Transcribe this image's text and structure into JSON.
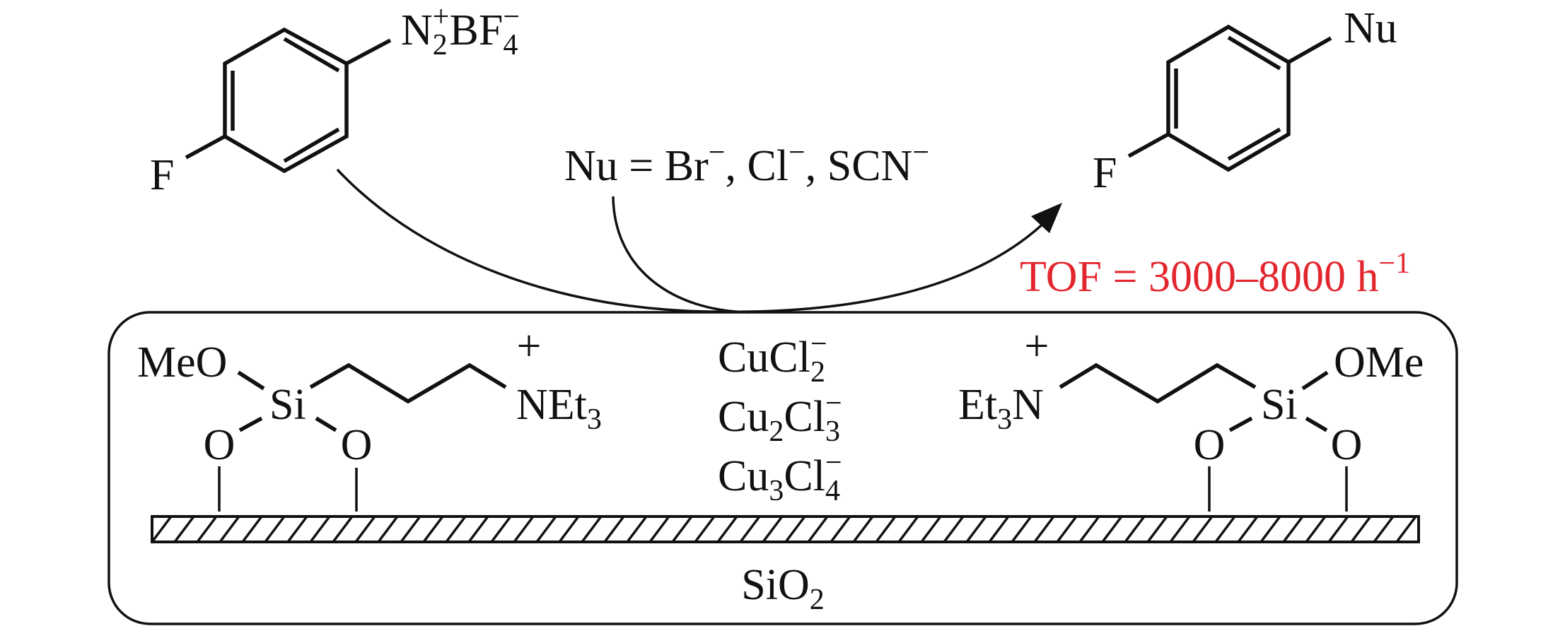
{
  "colors": {
    "ink": "#111111",
    "highlight": "#e3262e",
    "background": "#ffffff"
  },
  "reactant": {
    "substituent": "F",
    "group": [
      {
        "t": "N",
        "k": "n"
      },
      {
        "t": "2",
        "k": "sub"
      },
      {
        "t": "+",
        "k": "stack"
      },
      {
        "t": "BF",
        "k": "n"
      },
      {
        "t": "4",
        "k": "sub"
      },
      {
        "t": "−",
        "k": "stack"
      }
    ]
  },
  "product": {
    "substituent": "F",
    "group": "Nu"
  },
  "nucleophiles": [
    {
      "t": "Nu = Br",
      "k": "n"
    },
    {
      "t": "−",
      "k": "sup"
    },
    {
      "t": ", Cl",
      "k": "n"
    },
    {
      "t": "−",
      "k": "sup"
    },
    {
      "t": ", SCN",
      "k": "n"
    },
    {
      "t": "−",
      "k": "sup"
    }
  ],
  "tof": [
    {
      "t": "TOF = 3000–8000 h",
      "k": "n"
    },
    {
      "t": "−1",
      "k": "sup"
    }
  ],
  "support": {
    "label": [
      {
        "t": "SiO",
        "k": "n"
      },
      {
        "t": "2",
        "k": "sub"
      }
    ],
    "left_linker": {
      "methoxy": "MeO",
      "silicon": "Si",
      "oxygen_1": "O",
      "oxygen_2": "O",
      "charge": "+",
      "ammonium": [
        {
          "t": "NEt",
          "k": "n"
        },
        {
          "t": "3",
          "k": "sub"
        }
      ]
    },
    "right_linker": {
      "methoxy": "OMe",
      "silicon": "Si",
      "oxygen_1": "O",
      "oxygen_2": "O",
      "charge": "+",
      "ammonium": [
        {
          "t": "Et",
          "k": "n"
        },
        {
          "t": "3",
          "k": "sub"
        },
        {
          "t": "N",
          "k": "n"
        }
      ]
    },
    "copper_species": [
      [
        {
          "t": "CuCl",
          "k": "n"
        },
        {
          "t": "2",
          "k": "sub"
        },
        {
          "t": "−",
          "k": "stack"
        }
      ],
      [
        {
          "t": "Cu",
          "k": "n"
        },
        {
          "t": "2",
          "k": "sub"
        },
        {
          "t": "Cl",
          "k": "n"
        },
        {
          "t": "3",
          "k": "sub"
        },
        {
          "t": "−",
          "k": "stack"
        }
      ],
      [
        {
          "t": "Cu",
          "k": "n"
        },
        {
          "t": "3",
          "k": "sub"
        },
        {
          "t": "Cl",
          "k": "n"
        },
        {
          "t": "4",
          "k": "sub"
        },
        {
          "t": "−",
          "k": "stack"
        }
      ]
    ]
  }
}
